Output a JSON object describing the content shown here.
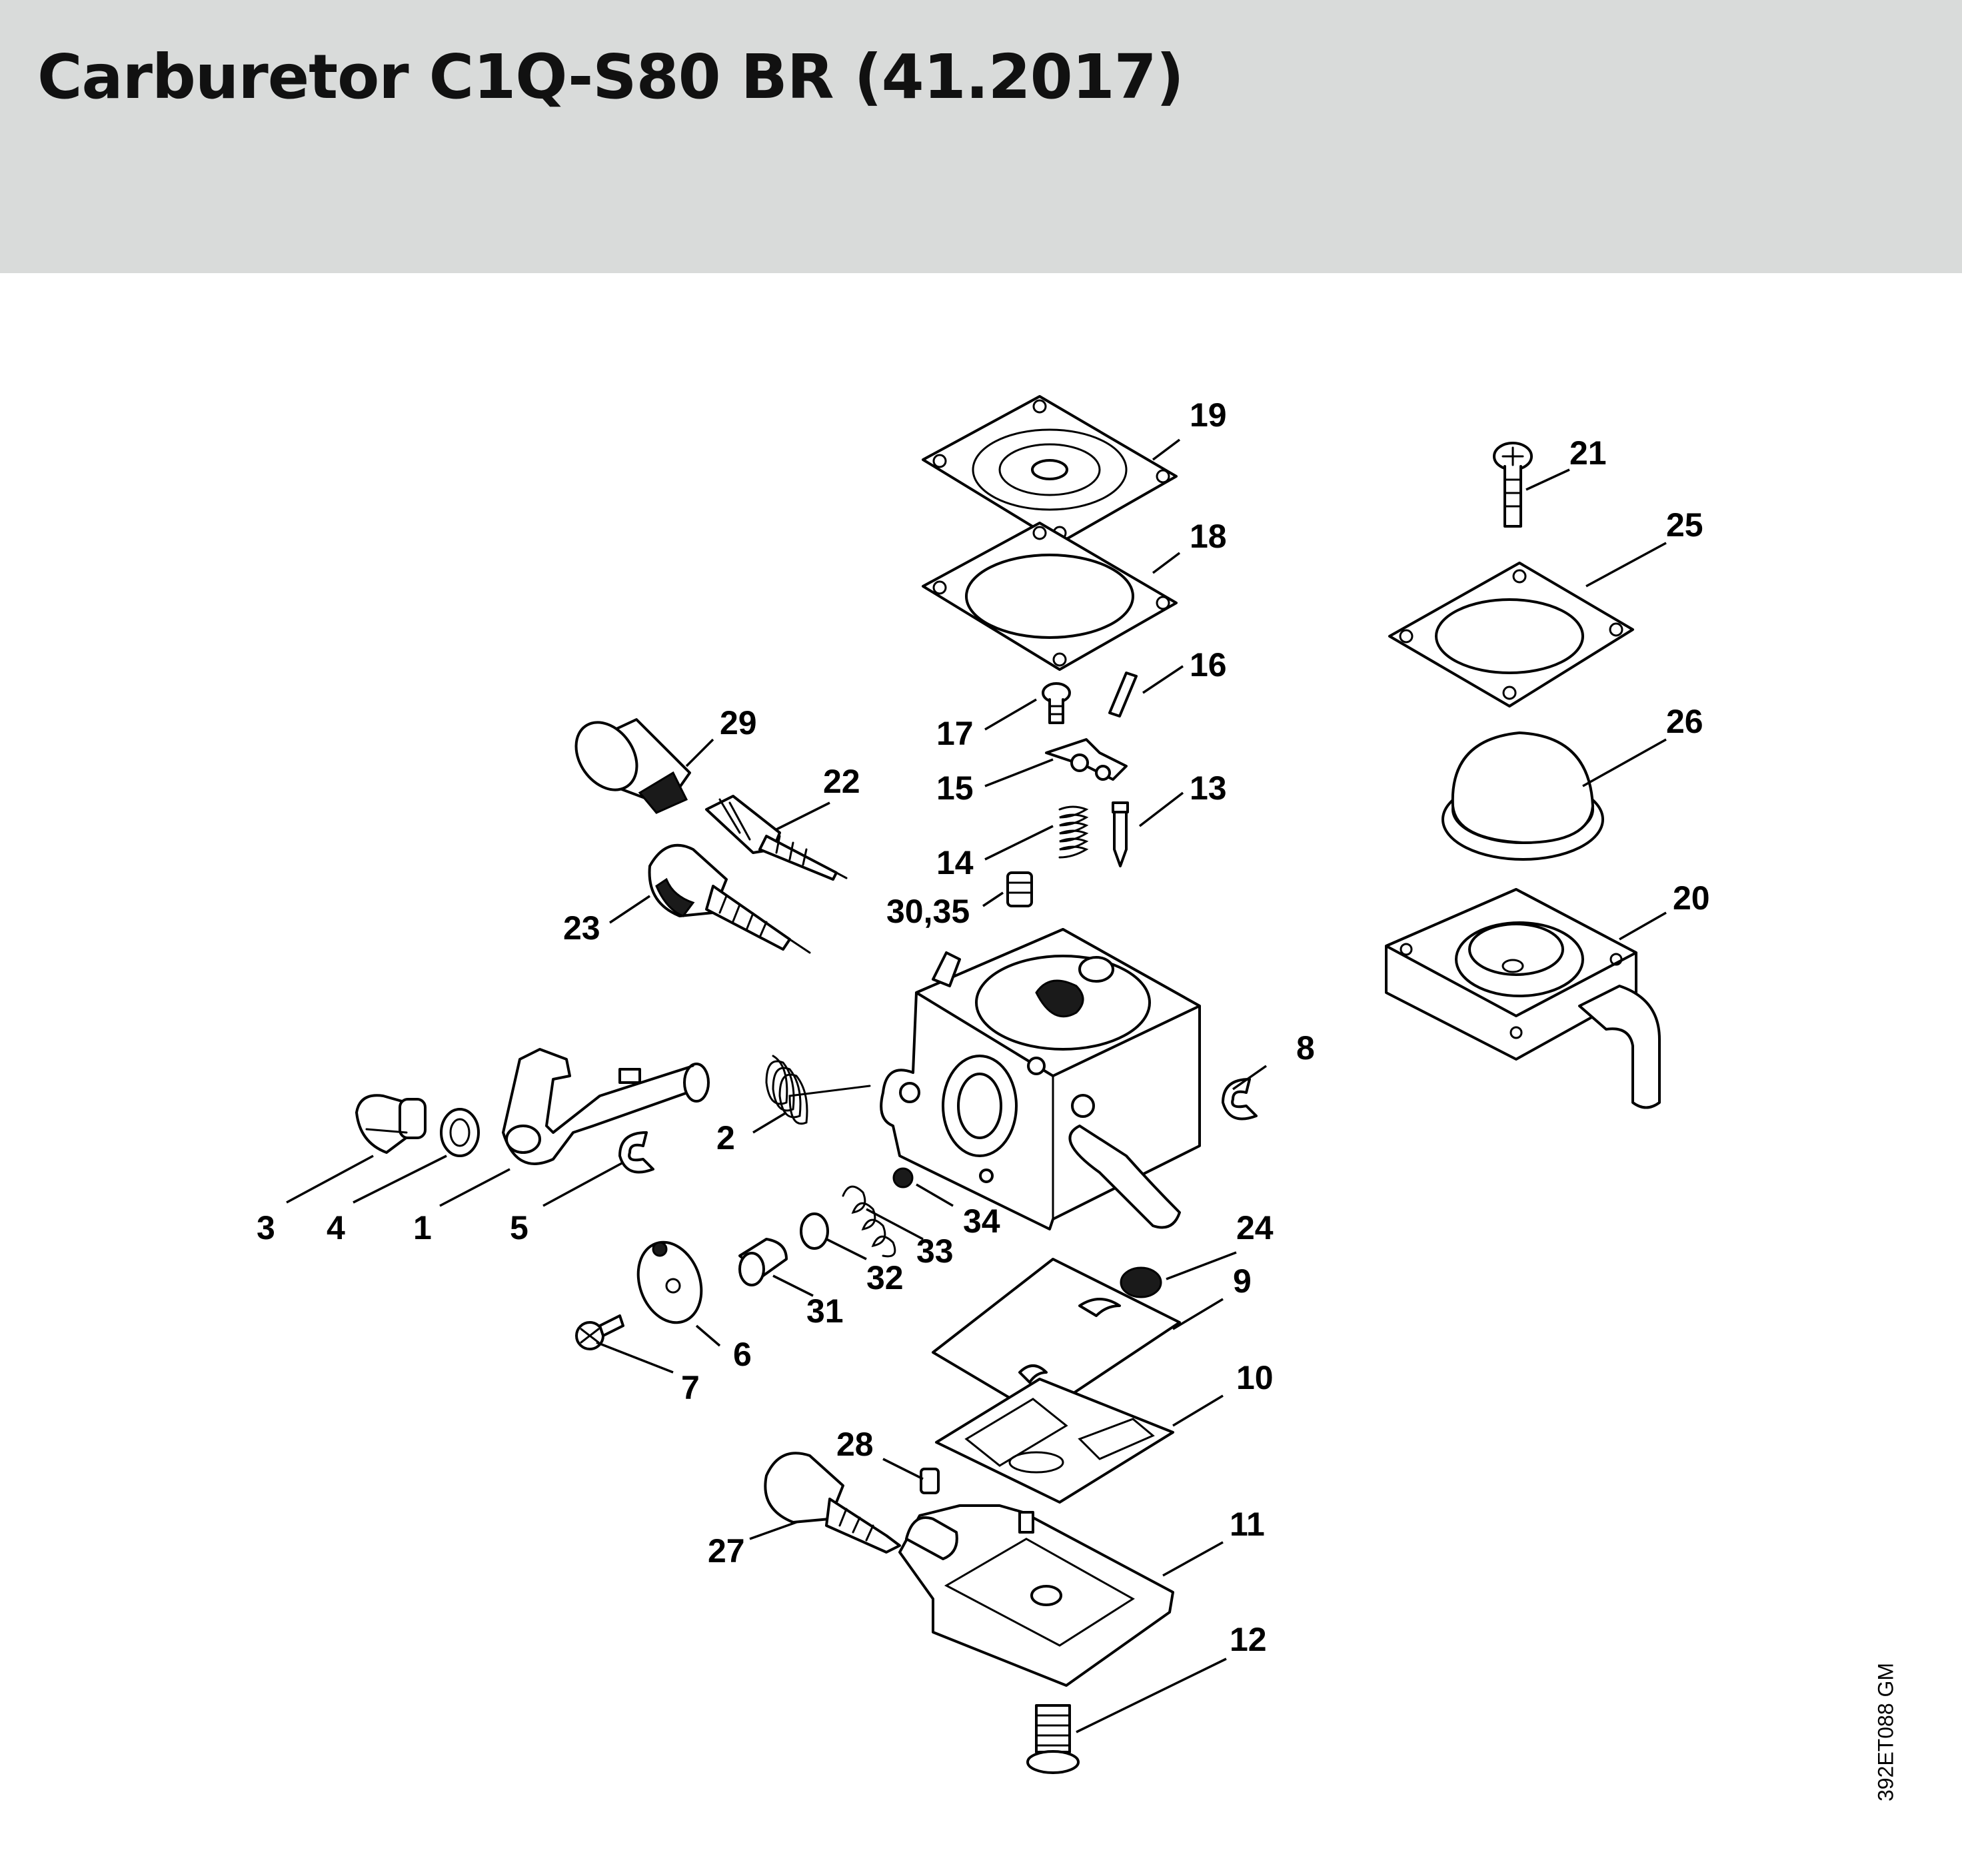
{
  "header": {
    "title": "Carburetor C1Q-S80 BR (41.2017)",
    "background_color": "#d9dbda"
  },
  "diagram": {
    "drawing_code": "392ET088 GM",
    "callouts": {
      "c1": "1",
      "c2": "2",
      "c3": "3",
      "c4": "4",
      "c5": "5",
      "c6": "6",
      "c7": "7",
      "c8": "8",
      "c9": "9",
      "c10": "10",
      "c11": "11",
      "c12": "12",
      "c13": "13",
      "c14": "14",
      "c15": "15",
      "c16": "16",
      "c17": "17",
      "c18": "18",
      "c19": "19",
      "c20": "20",
      "c21": "21",
      "c22": "22",
      "c23": "23",
      "c24": "24",
      "c25": "25",
      "c26": "26",
      "c27": "27",
      "c28": "28",
      "c29": "29",
      "c30_35": "30,35",
      "c31": "31",
      "c32": "32",
      "c33": "33",
      "c34": "34"
    }
  }
}
